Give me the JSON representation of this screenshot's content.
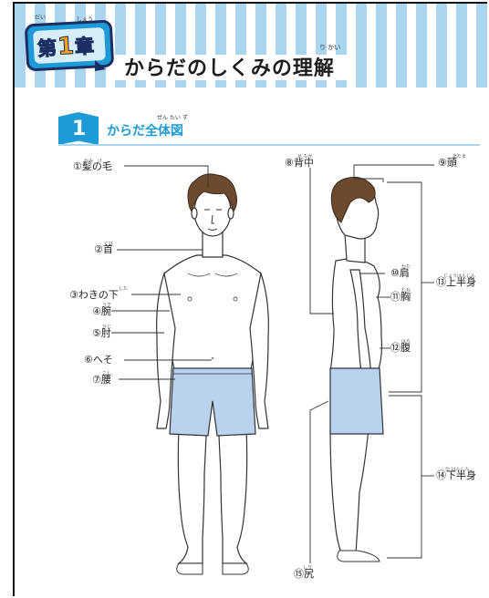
{
  "chapter": {
    "badge_label": "第",
    "badge_number": "1",
    "badge_suffix": "章",
    "badge_ruby_dai": "だい",
    "badge_ruby_shou": "しょう",
    "title": "からだのしくみの理解",
    "title_ruby": "り かい"
  },
  "section": {
    "number": "1",
    "title": "からだ全体図",
    "title_ruby": "ぜん たい ず"
  },
  "labels": {
    "hair": "①髪の毛",
    "hair_ruby": "かみ　け",
    "neck": "②首",
    "neck_ruby": "くび",
    "armpit": "③わきの下",
    "armpit_ruby": "した",
    "arm": "④腕",
    "arm_ruby": "うで",
    "elbow": "⑤肘",
    "elbow_ruby": "ひじ",
    "navel": "⑥へそ",
    "waist": "⑦腰",
    "waist_ruby": "こし",
    "back": "⑧背中",
    "back_ruby": "せ なか",
    "head": "⑨頭",
    "head_ruby": "あたま",
    "shoulder": "⑩肩",
    "shoulder_ruby": "かた",
    "chest": "⑪胸",
    "chest_ruby": "むね",
    "abdomen": "⑫腹",
    "abdomen_ruby": "はら",
    "upper_body": "⑬上半身",
    "upper_body_ruby": "じょうはんしん",
    "lower_body": "⑭下半身",
    "lower_body_ruby": "か はんしん",
    "buttocks": "⑮尻",
    "buttocks_ruby": "しり"
  },
  "colors": {
    "accent_blue": "#1e9bd7",
    "stripe_blue": "#a9d6ee",
    "badge_border": "#1b2f63",
    "badge_number": "#f6a21b",
    "shorts": "#b9d2ee",
    "hair": "#6b4a2e"
  }
}
